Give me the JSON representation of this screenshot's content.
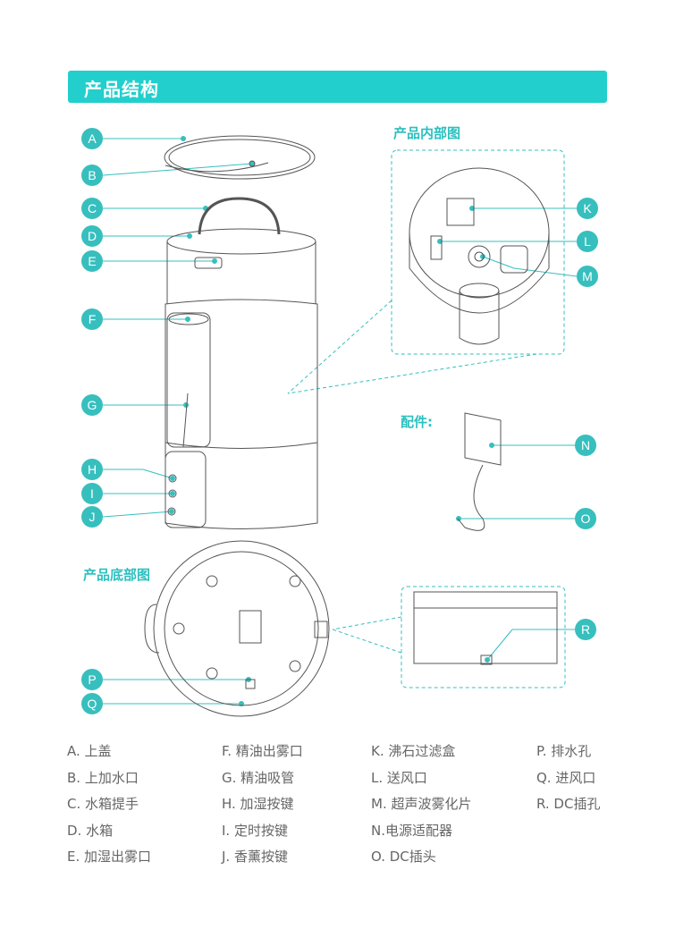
{
  "header": {
    "title": "产品结构"
  },
  "sections": {
    "interior": "产品内部图",
    "accessories": "配件:",
    "bottom": "产品底部图"
  },
  "badges": {
    "A": "A",
    "B": "B",
    "C": "C",
    "D": "D",
    "E": "E",
    "F": "F",
    "G": "G",
    "H": "H",
    "I": "I",
    "J": "J",
    "K": "K",
    "L": "L",
    "M": "M",
    "N": "N",
    "O": "O",
    "P": "P",
    "Q": "Q",
    "R": "R"
  },
  "legend": [
    [
      "A. 上盖",
      "B. 上加水口",
      "C. 水箱提手",
      "D. 水箱",
      "E.  加湿出雾口"
    ],
    [
      "F.  精油出雾口",
      "G. 精油吸管",
      "H. 加湿按键",
      "I.   定时按键",
      "J.  香薰按键"
    ],
    [
      "K. 沸石过滤盒",
      "L. 送风口",
      "M. 超声波雾化片",
      "N.电源适配器",
      "O. DC插头"
    ],
    [
      "P.  排水孔",
      "Q. 进风口",
      "R. DC插孔"
    ]
  ],
  "colors": {
    "accent": "#22cfcc",
    "badge": "#37bfbe",
    "line": "#555555"
  }
}
